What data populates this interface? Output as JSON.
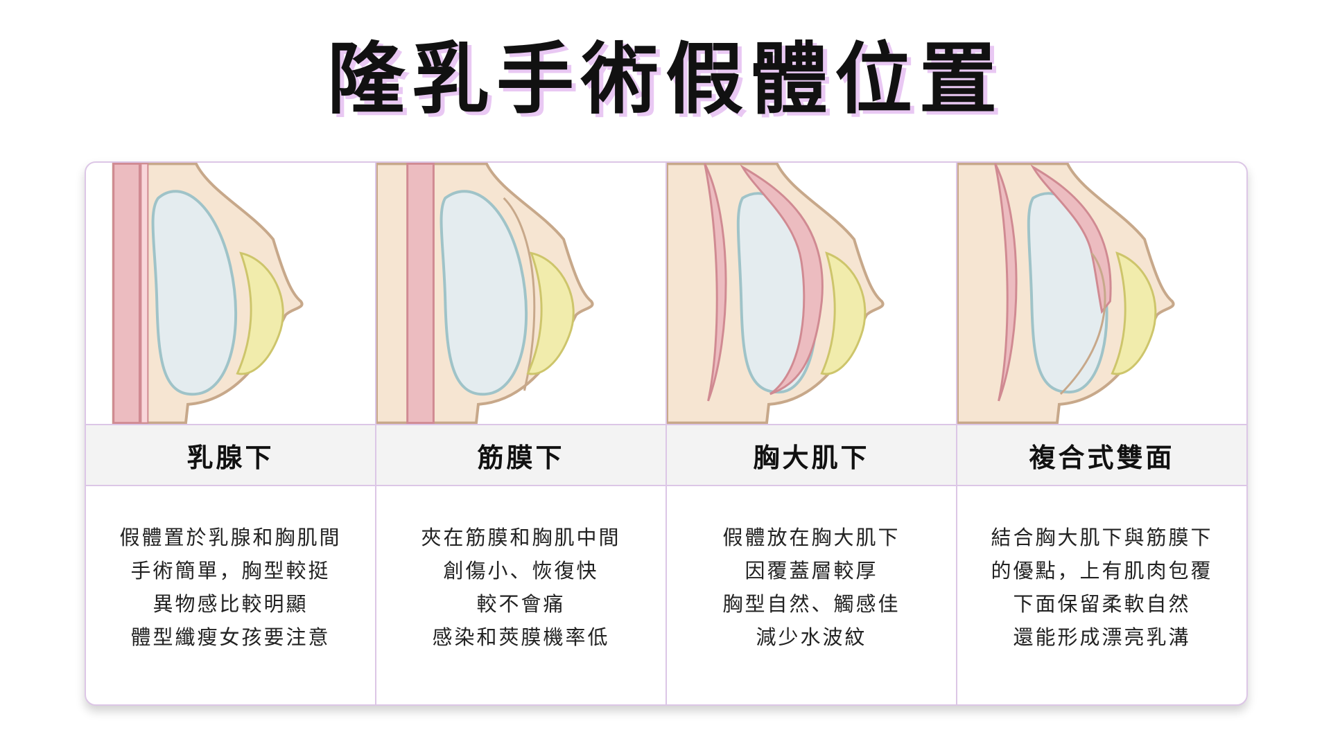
{
  "title": "隆乳手術假體位置",
  "colors": {
    "skin": "#f6e5d2",
    "outline": "#c7a88a",
    "muscle": "#ecbcc0",
    "implant": "#e4ecef",
    "implant_border": "#9fc3c8",
    "gland": "#f1ecac",
    "accent_shadow": "#e9c8f3",
    "border": "#dcc6e6"
  },
  "columns": [
    {
      "label": "乳腺下",
      "lines": [
        "假體置於乳腺和胸肌間",
        "手術簡單，胸型較挺",
        "異物感比較明顯",
        "體型纖瘦女孩要注意"
      ]
    },
    {
      "label": "筋膜下",
      "lines": [
        "夾在筋膜和胸肌中間",
        "創傷小、恢復快",
        "較不會痛",
        "感染和莢膜機率低"
      ]
    },
    {
      "label": "胸大肌下",
      "lines": [
        "假體放在胸大肌下",
        "因覆蓋層較厚",
        "胸型自然、觸感佳",
        "減少水波紋"
      ]
    },
    {
      "label": "複合式雙面",
      "lines": [
        "結合胸大肌下與筋膜下",
        "的優點，上有肌肉包覆",
        "下面保留柔軟自然",
        "還能形成漂亮乳溝"
      ]
    }
  ]
}
